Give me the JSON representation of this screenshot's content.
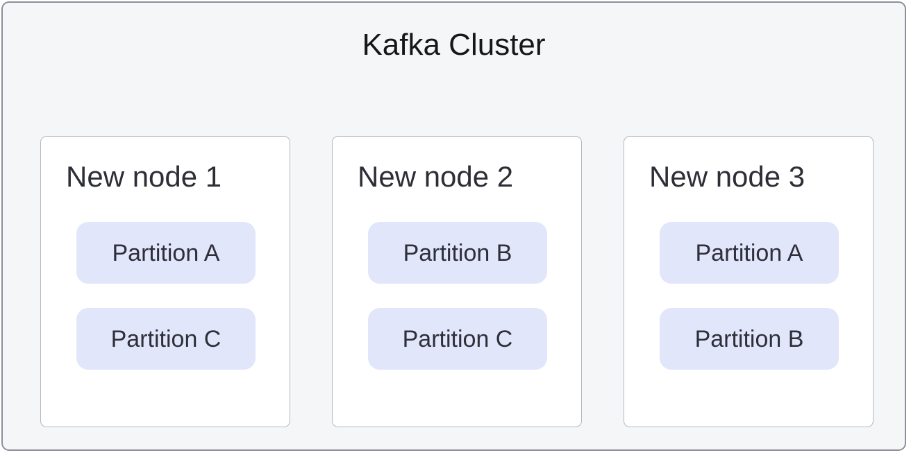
{
  "diagram": {
    "title": "Kafka Cluster",
    "colors": {
      "container_background": "#F5F6F8",
      "container_border": "#8E8F99",
      "node_background": "#FFFFFF",
      "node_border": "#B7B8BE",
      "partition_background": "#E2E6FB",
      "partition_text": "#2E2F38",
      "title_text": "#17171A",
      "node_title_text": "#2D2E36"
    },
    "nodes": [
      {
        "label": "New node 1",
        "partitions": [
          {
            "label": "Partition A"
          },
          {
            "label": "Partition C"
          }
        ]
      },
      {
        "label": "New node 2",
        "partitions": [
          {
            "label": "Partition B"
          },
          {
            "label": "Partition C"
          }
        ]
      },
      {
        "label": "New node 3",
        "partitions": [
          {
            "label": "Partition A"
          },
          {
            "label": "Partition B"
          }
        ]
      }
    ]
  }
}
